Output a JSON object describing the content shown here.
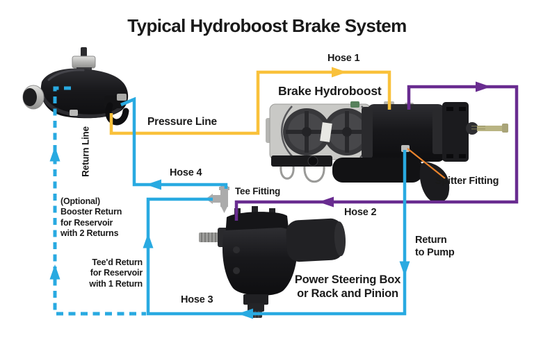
{
  "title": "Typical Hydroboost Brake System",
  "labels": {
    "hose1": "Hose 1",
    "hose2": "Hose 2",
    "hose3": "Hose 3",
    "hose4": "Hose 4",
    "pressure_line": "Pressure Line",
    "return_line": "Return Line",
    "brake_hydroboost": "Brake Hydroboost",
    "tee_fitting": "Tee Fitting",
    "spitter_fitting": "Spitter Fitting",
    "return_to_pump": [
      "Return",
      "to Pump"
    ],
    "power_steering_box": [
      "Power Steering Box",
      "or Rack and Pinion"
    ],
    "optional_booster_return": [
      "(Optional)",
      "Booster Return",
      "for Reservoir",
      "with 2 Returns"
    ],
    "teed_return": [
      "Tee'd Return",
      "for Reservoir",
      "with 1 Return"
    ]
  },
  "flow_lines": [
    {
      "label": "Pressure Line",
      "also_labeled": "Hose 1",
      "color": "#F9C13B",
      "style": "solid"
    },
    {
      "label": "Hose 2",
      "color": "#692C90",
      "style": "solid"
    },
    {
      "label": "Return to Pump",
      "also_labeled": "Hose 3",
      "color": "#29AAE1",
      "style": "solid"
    },
    {
      "label": "Hose 4",
      "color": "#29AAE1",
      "style": "solid"
    },
    {
      "label": "Return Line",
      "color": "#29AAE1",
      "style": "solid"
    },
    {
      "label": "(Optional) Booster Return for Reservoir with 2 Returns",
      "color": "#29AAE1",
      "style": "dashed"
    }
  ],
  "colors": {
    "pressure_yellow": "#F9C13B",
    "return_blue": "#29AAE1",
    "hose2_purple": "#692C90",
    "pointer_orange": "#E8832C",
    "tee_fitting_gray": "#ABABAB",
    "text": "#1A1A1A",
    "background": "#FFFFFF"
  }
}
